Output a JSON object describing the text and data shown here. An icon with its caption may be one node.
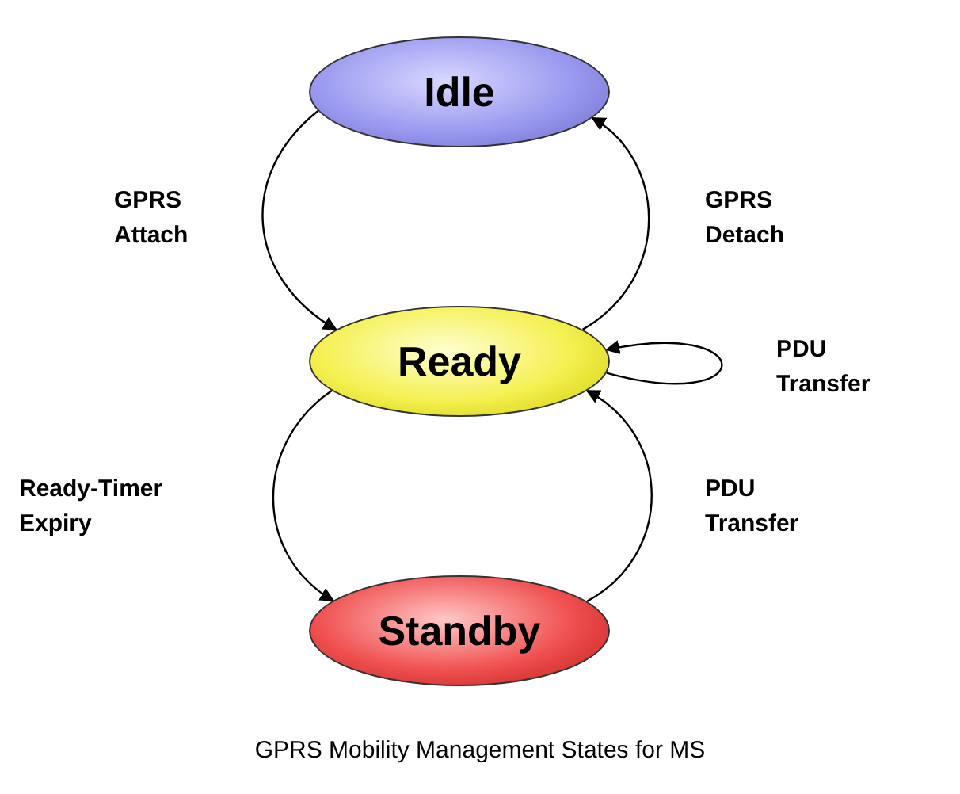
{
  "diagram": {
    "caption": "GPRS Mobility Management States for MS",
    "nodes": [
      {
        "text": [
          "Idle"
        ]
      },
      {
        "text": [
          "Ready"
        ]
      },
      {
        "text": [
          "Standby"
        ]
      }
    ],
    "edges": [
      {
        "from": 0,
        "to": 1,
        "arrow": "to",
        "label": "GPRS Attach"
      },
      {
        "from": 1,
        "to": 0,
        "arrow": "to",
        "label": "GPRS Detach"
      },
      {
        "from": 1,
        "to": 1,
        "arrow": "to",
        "label": "PDU Transfer"
      },
      {
        "from": 1,
        "to": 2,
        "arrow": "to",
        "label": "Ready-Timer Expiry"
      },
      {
        "from": 2,
        "to": 1,
        "arrow": "to",
        "label": "PDU Transfer"
      }
    ]
  }
}
